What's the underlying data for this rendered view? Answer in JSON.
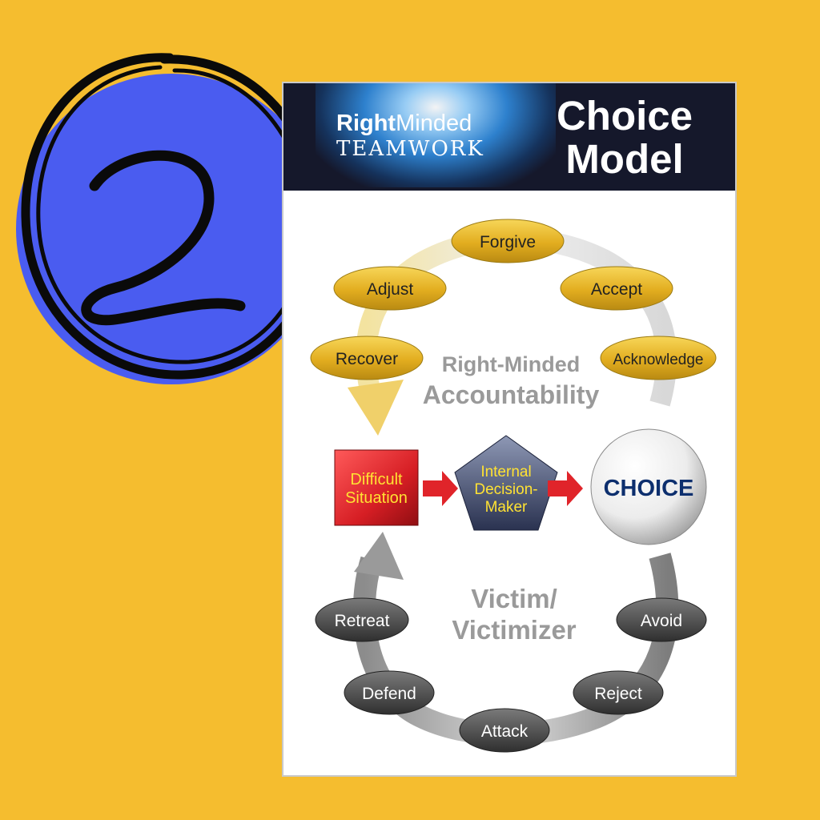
{
  "header": {
    "brand_bold": "Right",
    "brand_regular": "Minded",
    "brand_sub": "TEAMWORK",
    "title_line1": "Choice",
    "title_line2": "Model"
  },
  "badge": {
    "numeral": "2"
  },
  "diagram": {
    "top_label_line1": "Right-Minded",
    "top_label_line2": "Accountability",
    "bottom_label_line1": "Victim/",
    "bottom_label_line2": "Victimizer",
    "top_steps": [
      "Forgive",
      "Adjust",
      "Accept",
      "Recover",
      "Acknowledge"
    ],
    "bottom_steps": [
      "Retreat",
      "Avoid",
      "Defend",
      "Reject",
      "Attack"
    ],
    "situation_line1": "Difficult",
    "situation_line2": "Situation",
    "decision_line1": "Internal",
    "decision_line2": "Decision-",
    "decision_line3": "Maker",
    "choice": "CHOICE"
  },
  "colors": {
    "background": "#f5bd2f",
    "badge_fill": "#4a5cf0",
    "header": "#15182b",
    "yellow_pill": "#e7b62a",
    "dark_pill": "#555555",
    "arrow_red": "#e0242a",
    "choice_text": "#0d2f6e"
  }
}
